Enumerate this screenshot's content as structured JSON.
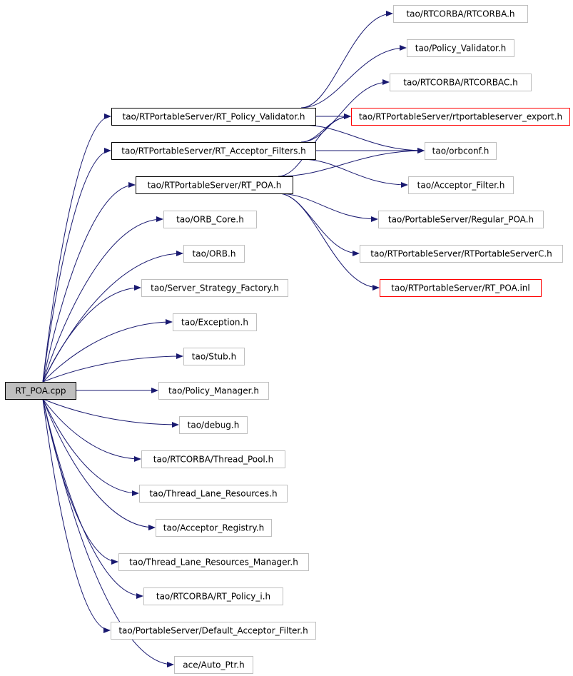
{
  "graph": {
    "root": {
      "id": "root",
      "label": "RT_POA.cpp"
    },
    "nodes": [
      {
        "id": "rtcorba_h",
        "label": "tao/RTCORBA/RTCORBA.h",
        "kind": "plain"
      },
      {
        "id": "policy_validator_h",
        "label": "tao/Policy_Validator.h",
        "kind": "plain"
      },
      {
        "id": "rtcorbac_h",
        "label": "tao/RTCORBA/RTCORBAC.h",
        "kind": "plain"
      },
      {
        "id": "rt_policy_validator_h",
        "label": "tao/RTPortableServer/RT_Policy_Validator.h",
        "kind": "documented"
      },
      {
        "id": "rtps_export_h",
        "label": "tao/RTPortableServer/rtportableserver_export.h",
        "kind": "truncated"
      },
      {
        "id": "rt_acceptor_filters_h",
        "label": "tao/RTPortableServer/RT_Acceptor_Filters.h",
        "kind": "documented"
      },
      {
        "id": "orbconf_h",
        "label": "tao/orbconf.h",
        "kind": "plain"
      },
      {
        "id": "rt_poa_h",
        "label": "tao/RTPortableServer/RT_POA.h",
        "kind": "documented"
      },
      {
        "id": "acceptor_filter_h",
        "label": "tao/Acceptor_Filter.h",
        "kind": "plain"
      },
      {
        "id": "regular_poa_h",
        "label": "tao/PortableServer/Regular_POA.h",
        "kind": "plain"
      },
      {
        "id": "rtportableserverc_h",
        "label": "tao/RTPortableServer/RTPortableServerC.h",
        "kind": "plain"
      },
      {
        "id": "rt_poa_inl",
        "label": "tao/RTPortableServer/RT_POA.inl",
        "kind": "truncated"
      },
      {
        "id": "orb_core_h",
        "label": "tao/ORB_Core.h",
        "kind": "plain"
      },
      {
        "id": "orb_h",
        "label": "tao/ORB.h",
        "kind": "plain"
      },
      {
        "id": "server_strategy_factory_h",
        "label": "tao/Server_Strategy_Factory.h",
        "kind": "plain"
      },
      {
        "id": "exception_h",
        "label": "tao/Exception.h",
        "kind": "plain"
      },
      {
        "id": "stub_h",
        "label": "tao/Stub.h",
        "kind": "plain"
      },
      {
        "id": "policy_manager_h",
        "label": "tao/Policy_Manager.h",
        "kind": "plain"
      },
      {
        "id": "debug_h",
        "label": "tao/debug.h",
        "kind": "plain"
      },
      {
        "id": "thread_pool_h",
        "label": "tao/RTCORBA/Thread_Pool.h",
        "kind": "plain"
      },
      {
        "id": "thread_lane_resources_h",
        "label": "tao/Thread_Lane_Resources.h",
        "kind": "plain"
      },
      {
        "id": "acceptor_registry_h",
        "label": "tao/Acceptor_Registry.h",
        "kind": "plain"
      },
      {
        "id": "thread_lane_resources_manager_h",
        "label": "tao/Thread_Lane_Resources_Manager.h",
        "kind": "plain"
      },
      {
        "id": "rt_policy_i_h",
        "label": "tao/RTCORBA/RT_Policy_i.h",
        "kind": "plain"
      },
      {
        "id": "default_acceptor_filter_h",
        "label": "tao/PortableServer/Default_Acceptor_Filter.h",
        "kind": "plain"
      },
      {
        "id": "auto_ptr_h",
        "label": "ace/Auto_Ptr.h",
        "kind": "plain"
      }
    ],
    "edges": [
      [
        "root",
        "rt_policy_validator_h"
      ],
      [
        "root",
        "rt_acceptor_filters_h"
      ],
      [
        "root",
        "rt_poa_h"
      ],
      [
        "root",
        "orb_core_h"
      ],
      [
        "root",
        "orb_h"
      ],
      [
        "root",
        "server_strategy_factory_h"
      ],
      [
        "root",
        "exception_h"
      ],
      [
        "root",
        "stub_h"
      ],
      [
        "root",
        "policy_manager_h"
      ],
      [
        "root",
        "debug_h"
      ],
      [
        "root",
        "thread_pool_h"
      ],
      [
        "root",
        "thread_lane_resources_h"
      ],
      [
        "root",
        "acceptor_registry_h"
      ],
      [
        "root",
        "thread_lane_resources_manager_h"
      ],
      [
        "root",
        "rt_policy_i_h"
      ],
      [
        "root",
        "default_acceptor_filter_h"
      ],
      [
        "root",
        "auto_ptr_h"
      ],
      [
        "rt_policy_validator_h",
        "rtcorba_h"
      ],
      [
        "rt_policy_validator_h",
        "policy_validator_h"
      ],
      [
        "rt_policy_validator_h",
        "rtps_export_h"
      ],
      [
        "rt_policy_validator_h",
        "orbconf_h"
      ],
      [
        "rt_acceptor_filters_h",
        "rtcorbac_h"
      ],
      [
        "rt_acceptor_filters_h",
        "rtps_export_h"
      ],
      [
        "rt_acceptor_filters_h",
        "orbconf_h"
      ],
      [
        "rt_acceptor_filters_h",
        "acceptor_filter_h"
      ],
      [
        "rt_poa_h",
        "rtps_export_h"
      ],
      [
        "rt_poa_h",
        "orbconf_h"
      ],
      [
        "rt_poa_h",
        "regular_poa_h"
      ],
      [
        "rt_poa_h",
        "rtportableserverc_h"
      ],
      [
        "rt_poa_h",
        "rt_poa_inl"
      ]
    ],
    "colors": {
      "edge": "#191970",
      "border_plain": "#bfbfbf",
      "border_documented": "#000000",
      "border_truncated": "#ff0000",
      "root_fill": "#bfbfbf",
      "node_fill": "#ffffff"
    }
  }
}
